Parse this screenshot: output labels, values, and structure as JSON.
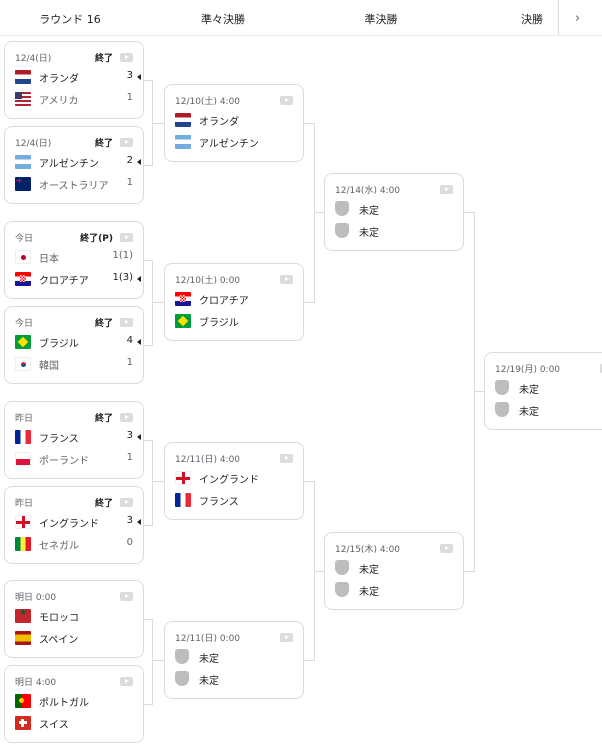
{
  "rounds": {
    "r16": "ラウンド 16",
    "qf": "準々決勝",
    "sf": "準決勝",
    "final": "決勝"
  },
  "next_icon": "chevron-right-icon",
  "r16": [
    {
      "date": "12/4(日)",
      "status": "終了",
      "winner": 0,
      "teams": [
        {
          "name": "オランダ",
          "flag": "nl",
          "score": "3"
        },
        {
          "name": "アメリカ",
          "flag": "us",
          "score": "1"
        }
      ]
    },
    {
      "date": "12/4(日)",
      "status": "終了",
      "winner": 0,
      "teams": [
        {
          "name": "アルゼンチン",
          "flag": "ar",
          "score": "2"
        },
        {
          "name": "オーストラリア",
          "flag": "au",
          "score": "1"
        }
      ]
    },
    {
      "date": "今日",
      "status": "終了(P)",
      "winner": 1,
      "teams": [
        {
          "name": "日本",
          "flag": "jp",
          "score": "1(1)"
        },
        {
          "name": "クロアチア",
          "flag": "hr",
          "score": "1(3)"
        }
      ]
    },
    {
      "date": "今日",
      "status": "終了",
      "winner": 0,
      "teams": [
        {
          "name": "ブラジル",
          "flag": "br",
          "score": "4"
        },
        {
          "name": "韓国",
          "flag": "kr",
          "score": "1"
        }
      ]
    },
    {
      "date": "昨日",
      "status": "終了",
      "winner": 0,
      "teams": [
        {
          "name": "フランス",
          "flag": "fr",
          "score": "3"
        },
        {
          "name": "ポーランド",
          "flag": "pl",
          "score": "1"
        }
      ]
    },
    {
      "date": "昨日",
      "status": "終了",
      "winner": 0,
      "teams": [
        {
          "name": "イングランド",
          "flag": "en",
          "score": "3"
        },
        {
          "name": "セネガル",
          "flag": "sn",
          "score": "0"
        }
      ]
    },
    {
      "date": "明日 0:00",
      "status": "",
      "winner": -1,
      "teams": [
        {
          "name": "モロッコ",
          "flag": "ma",
          "score": ""
        },
        {
          "name": "スペイン",
          "flag": "es",
          "score": ""
        }
      ]
    },
    {
      "date": "明日 4:00",
      "status": "",
      "winner": -1,
      "teams": [
        {
          "name": "ポルトガル",
          "flag": "pt",
          "score": ""
        },
        {
          "name": "スイス",
          "flag": "ch",
          "score": ""
        }
      ]
    }
  ],
  "qf": [
    {
      "date": "12/10(土) 4:00",
      "teams": [
        {
          "name": "オランダ",
          "flag": "nl"
        },
        {
          "name": "アルゼンチン",
          "flag": "ar"
        }
      ]
    },
    {
      "date": "12/10(土) 0:00",
      "teams": [
        {
          "name": "クロアチア",
          "flag": "hr"
        },
        {
          "name": "ブラジル",
          "flag": "br"
        }
      ]
    },
    {
      "date": "12/11(日) 4:00",
      "teams": [
        {
          "name": "イングランド",
          "flag": "en"
        },
        {
          "name": "フランス",
          "flag": "fr"
        }
      ]
    },
    {
      "date": "12/11(日) 0:00",
      "teams": [
        {
          "name": "未定",
          "flag": "tbd"
        },
        {
          "name": "未定",
          "flag": "tbd"
        }
      ]
    }
  ],
  "sf": [
    {
      "date": "12/14(水) 4:00",
      "teams": [
        {
          "name": "未定",
          "flag": "tbd"
        },
        {
          "name": "未定",
          "flag": "tbd"
        }
      ]
    },
    {
      "date": "12/15(木) 4:00",
      "teams": [
        {
          "name": "未定",
          "flag": "tbd"
        },
        {
          "name": "未定",
          "flag": "tbd"
        }
      ]
    }
  ],
  "final": [
    {
      "date": "12/19(月) 0:00",
      "teams": [
        {
          "name": "未定",
          "flag": "tbd"
        },
        {
          "name": "未定",
          "flag": "tbd"
        }
      ]
    }
  ]
}
